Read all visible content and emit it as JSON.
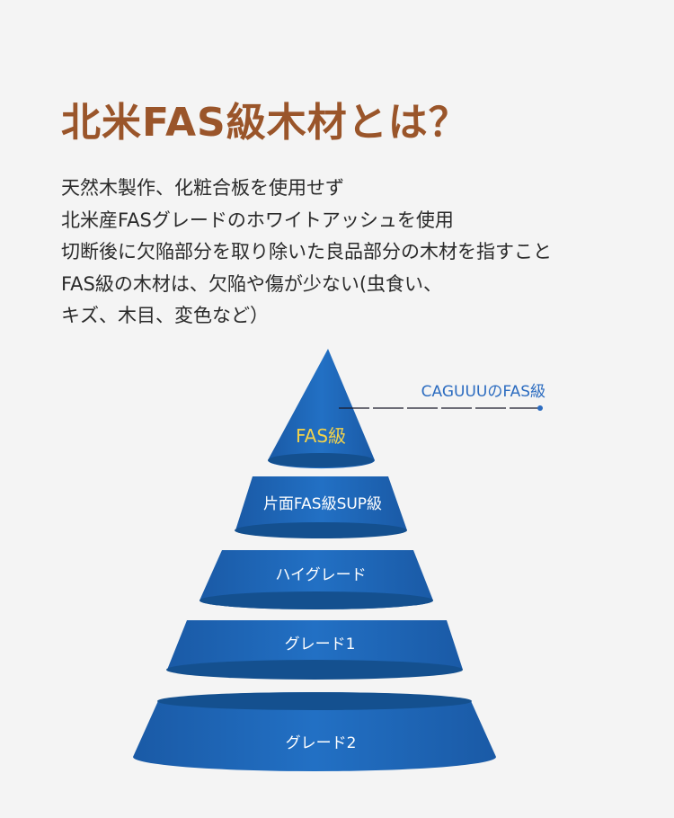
{
  "title": "北米FAS級木材とは？",
  "description": [
    "天然木製作、化粧合板を使用せず",
    "北米産FASグレードのホワイトアッシュを使用",
    "切断後に欠陥部分を取り除いた良品部分の木材を指すこと",
    "FAS級の木材は、欠陥や傷が少ない(虫食い、",
    "キズ、木目、変色など）"
  ],
  "pyramid": {
    "callout": "CAGUUUのFAS級",
    "tiers": [
      "FAS級",
      "片面FAS級SUP級",
      "ハイグレード",
      "グレード1",
      "グレード2"
    ],
    "colors": {
      "tier": "#1f66b8",
      "tier_dark": "#14508f",
      "top_label": "#f2d24b",
      "callout": "#2c6cc0"
    }
  }
}
